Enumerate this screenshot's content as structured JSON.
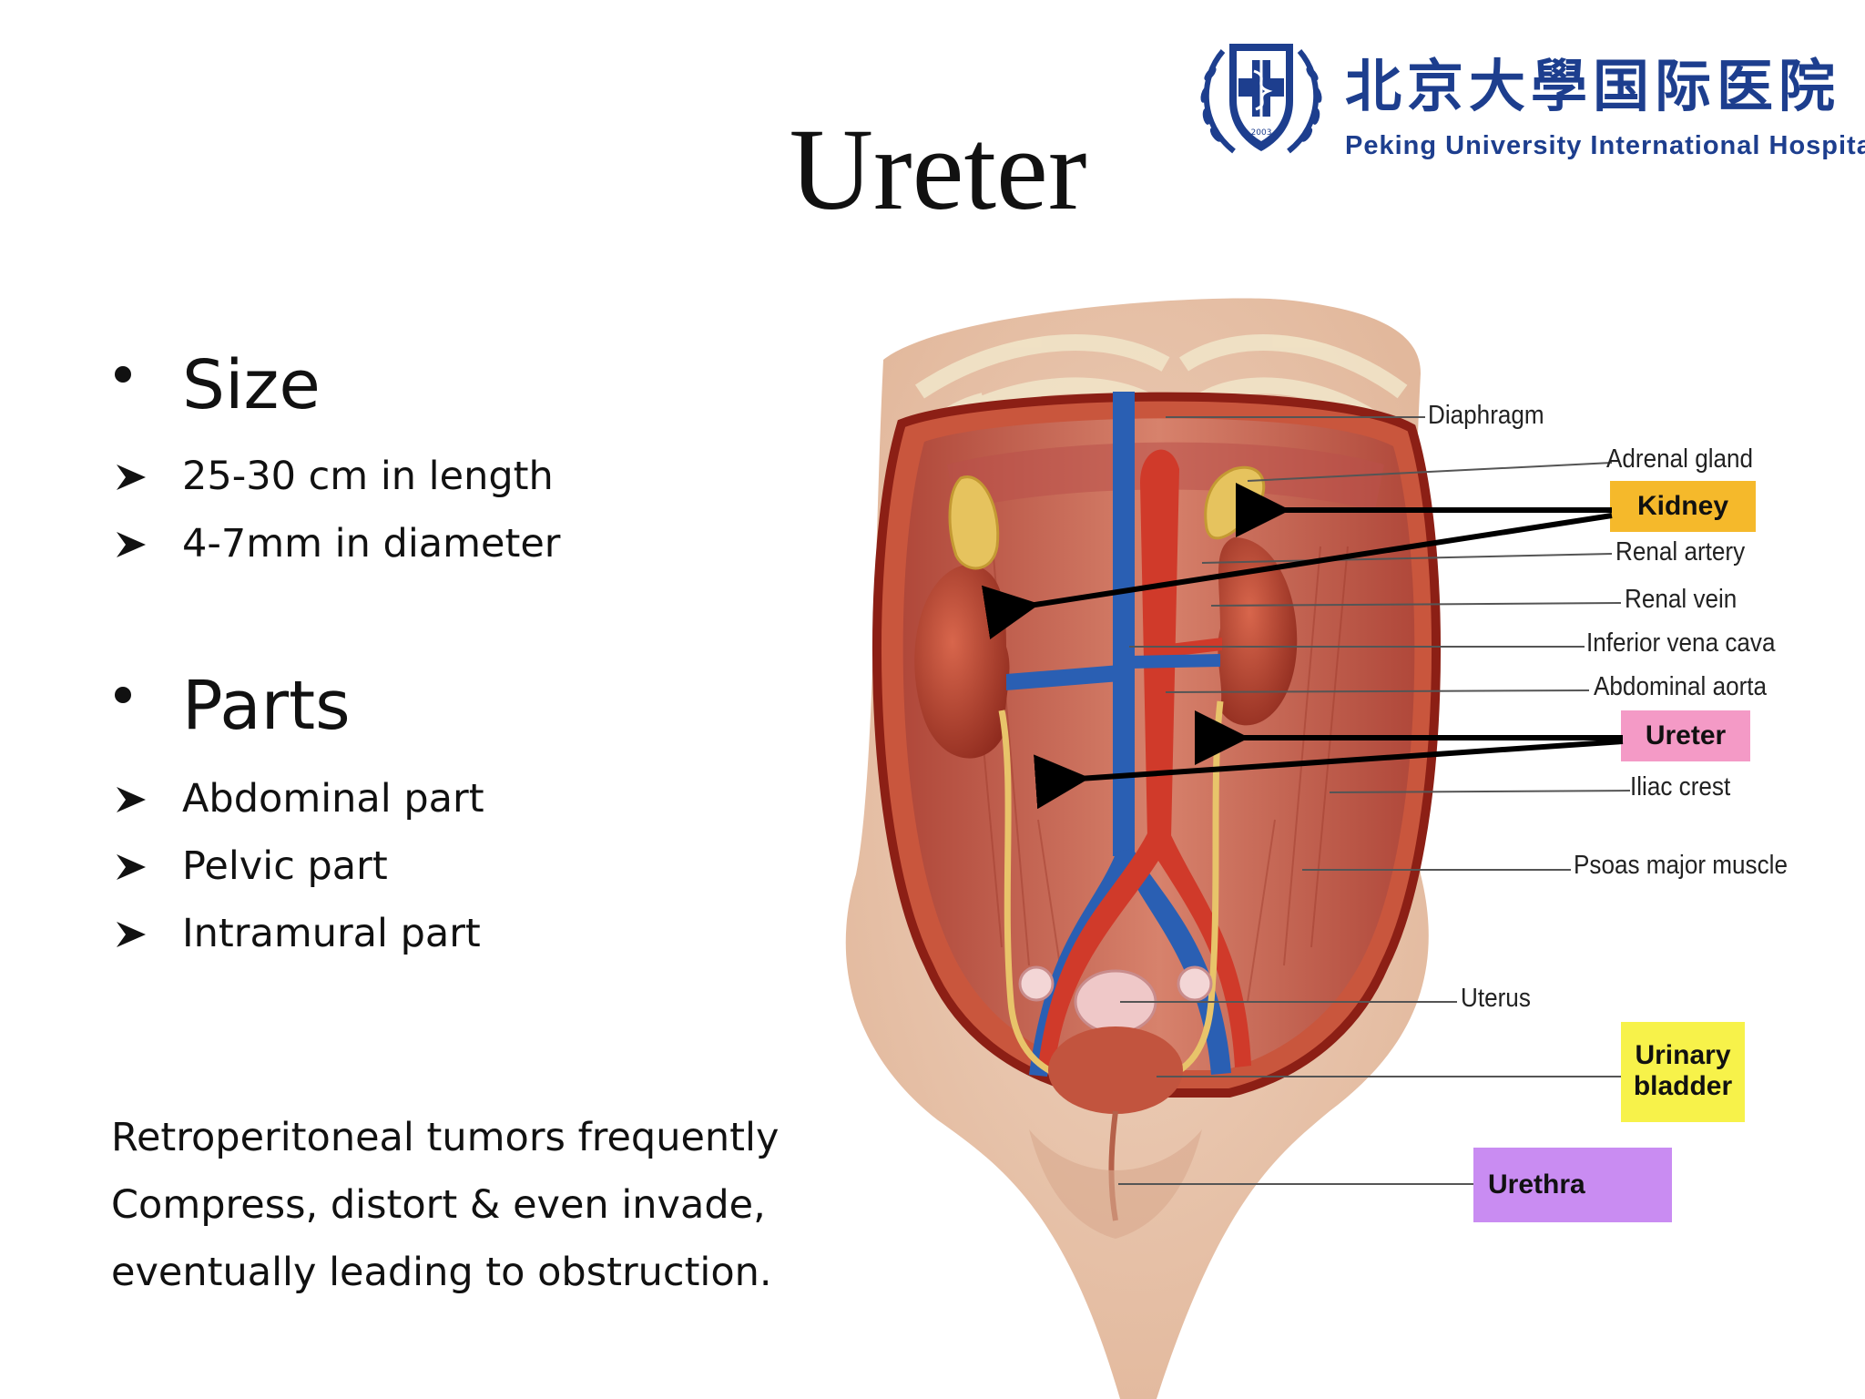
{
  "title": "Ureter",
  "logo": {
    "name_cn": "北京大學国际医院",
    "name_en": "Peking University International Hospital",
    "emblem_year": "2003",
    "primary_color": "#1d3e8e"
  },
  "sections": [
    {
      "heading": "Size",
      "items": [
        "25-30 cm in length",
        "4-7mm in diameter"
      ]
    },
    {
      "heading": "Parts",
      "items": [
        "Abdominal part",
        "Pelvic part",
        "Intramural part"
      ]
    }
  ],
  "note": [
    "Retroperitoneal tumors frequently",
    "Compress, distort & even invade,",
    "eventually leading to obstruction."
  ],
  "figure": {
    "labels": {
      "diaphragm": "Diaphragm",
      "adrenal_gland": "Adrenal gland",
      "renal_artery": "Renal artery",
      "renal_vein": "Renal vein",
      "ivc": "Inferior vena cava",
      "aorta": "Abdominal aorta",
      "iliac_crest": "Iliac crest",
      "psoas": "Psoas major muscle",
      "uterus": "Uterus"
    },
    "highlighted": {
      "kidney": {
        "text": "Kidney",
        "color": "#f5b92b"
      },
      "ureter": {
        "text": "Ureter",
        "color": "#f49ac6"
      },
      "bladder_line1": "Urinary",
      "bladder_line2": "bladder",
      "bladder_color": "#f7f24a",
      "urethra": {
        "text": "Urethra",
        "color": "#c98cf2"
      }
    }
  }
}
